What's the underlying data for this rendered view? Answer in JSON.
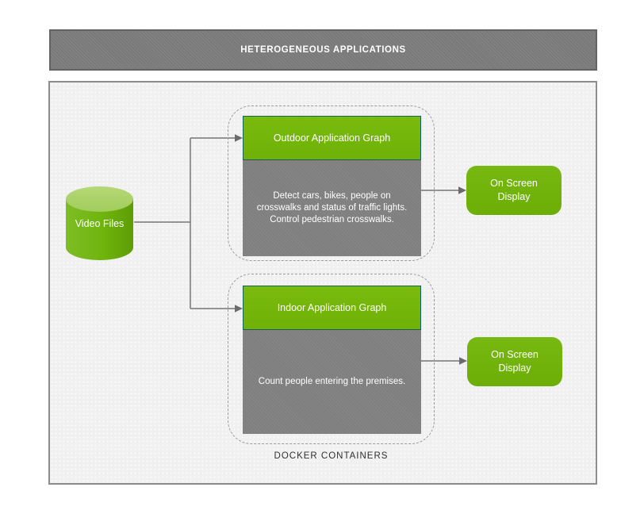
{
  "header": {
    "title": "HETEROGENEOUS APPLICATIONS"
  },
  "diagram": {
    "source": {
      "label": "Video Files",
      "shape": "cylinder"
    },
    "group_label": "DOCKER CONTAINERS",
    "pipelines": [
      {
        "id": "outdoor",
        "title": "Outdoor Application Graph",
        "description": "Detect cars, bikes, people on crosswalks and status of traffic lights. Control pedestrian crosswalks.",
        "output_label": "On Screen Display"
      },
      {
        "id": "indoor",
        "title": "Indoor Application Graph",
        "description": "Count people entering the premises.",
        "output_label": "On Screen Display"
      }
    ],
    "colors": {
      "accent_green": "#74b411",
      "accent_green_light": "#a8cf64",
      "green_box_border": "#14605c",
      "gray_box": "#7f7f7f",
      "header_bar": "#7a7a7a",
      "connector": "#767676",
      "canvas_bg": "#f0f0f0"
    }
  }
}
